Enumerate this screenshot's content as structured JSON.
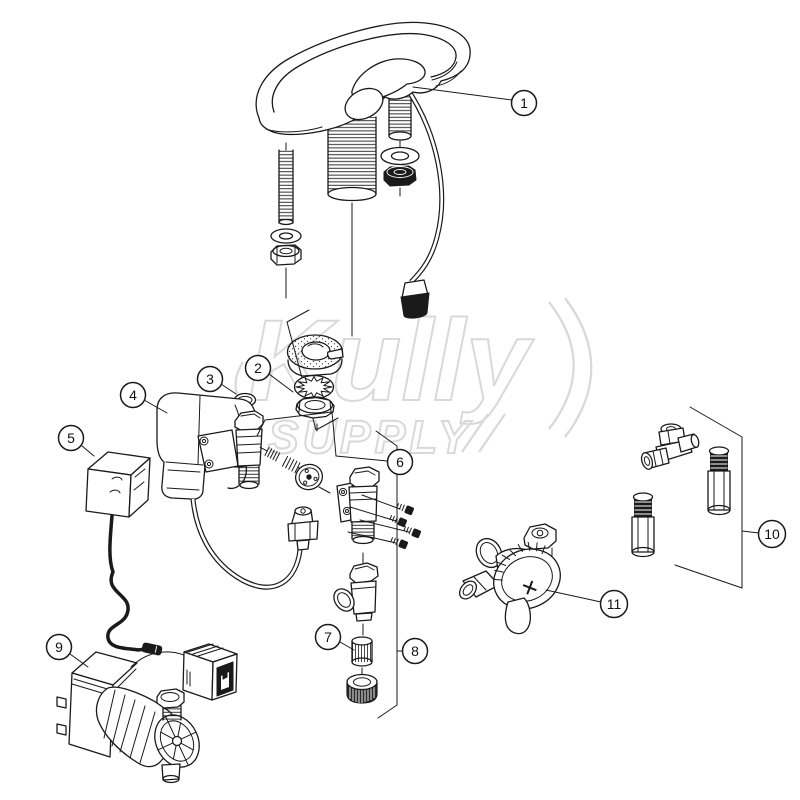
{
  "watermark": {
    "line1": "Kully",
    "line2": "SUPPLY",
    "color": "#d9d9d9"
  },
  "diagram": {
    "background": "#ffffff",
    "line_color": "#1a1a1a",
    "callouts": [
      {
        "label": "1"
      },
      {
        "label": "2"
      },
      {
        "label": "3"
      },
      {
        "label": "4"
      },
      {
        "label": "5"
      },
      {
        "label": "6"
      },
      {
        "label": "7"
      },
      {
        "label": "8"
      },
      {
        "label": "9"
      },
      {
        "label": "10"
      },
      {
        "label": "11"
      }
    ]
  }
}
